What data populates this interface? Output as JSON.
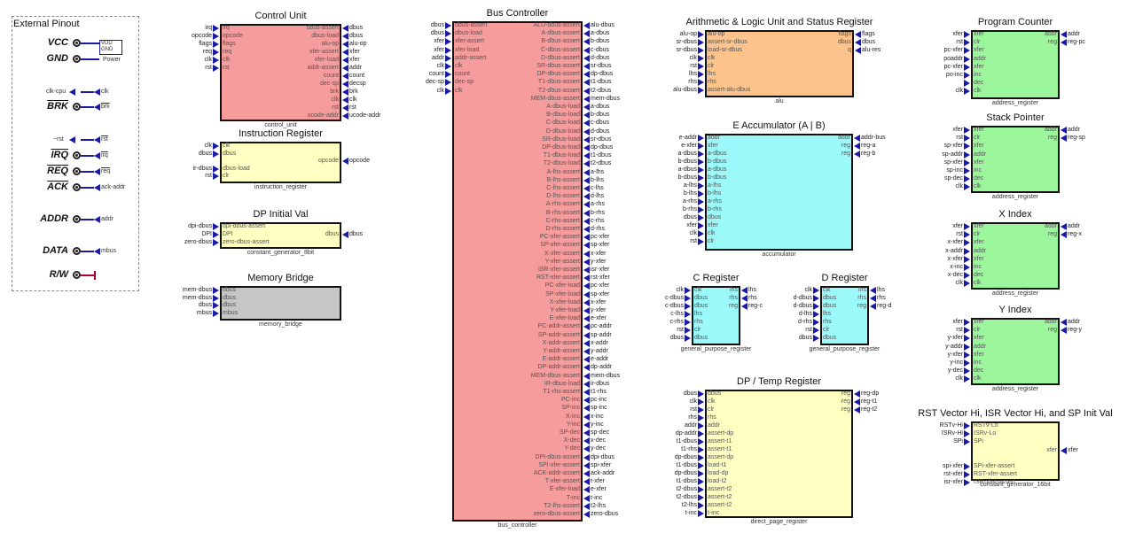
{
  "external_pinout": {
    "title": "External Pinout",
    "power": {
      "vdd": "VDD",
      "gnd": "GND",
      "label": "Power"
    },
    "pins": [
      {
        "name": "VCC",
        "overline": false,
        "signal": ""
      },
      {
        "name": "GND",
        "overline": false,
        "signal": ""
      },
      {
        "name": "",
        "overline": false,
        "signal": "clk-cpu",
        "out": "clk"
      },
      {
        "name": "BRK",
        "overline": true,
        "signal": "",
        "out": "brk"
      },
      {
        "name": "",
        "overline": false,
        "signal": "~rst",
        "out": "rst"
      },
      {
        "name": "IRQ",
        "overline": true,
        "signal": "",
        "out": "irq"
      },
      {
        "name": "REQ",
        "overline": true,
        "signal": "",
        "out": "req"
      },
      {
        "name": "ACK",
        "overline": true,
        "signal": "",
        "out": "ack-addr"
      },
      {
        "name": "ADDR",
        "overline": false,
        "signal": "",
        "out": "addr"
      },
      {
        "name": "DATA",
        "overline": false,
        "signal": "",
        "out": "mbus"
      },
      {
        "name": "R/W",
        "overline": false,
        "signal": "",
        "out": ""
      }
    ]
  },
  "blocks": [
    {
      "id": "control_unit",
      "title": "Control Unit",
      "sub": "control_unit",
      "color": "#f79c9c",
      "ins": [
        "irq",
        "opcode",
        "flags",
        "req",
        "clk",
        "rst"
      ],
      "ins_inner": [
        "irq",
        "opcode",
        "flags",
        "req",
        "clk",
        "rst"
      ],
      "outs": [
        "dbus",
        "dbus",
        "alu-op",
        "xfer",
        "xfer",
        "addr",
        "count",
        "decsp",
        "brk",
        "clk",
        "rst",
        "ucode-addr"
      ],
      "outs_inner": [
        "dbus-assert",
        "dbus-load",
        "alu-op",
        "xfer-assert",
        "xfer-load",
        "addr-assert",
        "count",
        "dec-sp",
        "brk",
        "clk",
        "rst",
        "ucode-addr"
      ]
    },
    {
      "id": "instruction_register",
      "title": "Instruction Register",
      "sub": "instruction_register",
      "color": "#ffffc2",
      "ins": [
        "clk",
        "dbus",
        "",
        "ir-dbus",
        "rst"
      ],
      "ins_inner": [
        "clk",
        "dbus",
        "",
        "dbus-load",
        "clr"
      ],
      "outs": [
        "",
        "",
        "opcode"
      ],
      "outs_inner": [
        "",
        "",
        "opcode"
      ]
    },
    {
      "id": "constant_generator_8bit",
      "title": "DP Initial Val",
      "sub": "constant_generator_8bit",
      "color": "#ffffc2",
      "ins": [
        "dpi-dbus",
        "DPI",
        "zero-dbus"
      ],
      "ins_inner": [
        "dpi-dbus-assert",
        "DPI",
        "zero-dbus-assert"
      ],
      "outs": [
        "",
        "dbus"
      ],
      "outs_inner": [
        "",
        "dbus"
      ]
    },
    {
      "id": "memory_bridge",
      "title": "Memory Bridge",
      "sub": "memory_bridge",
      "color": "#c6c6c6",
      "ins": [
        "mem-dbus",
        "mem-dbus",
        "dbus",
        "mbus"
      ],
      "ins_inner": [
        "dbus",
        "dbus",
        "dbus",
        "mbus"
      ],
      "outs": [],
      "outs_inner": []
    },
    {
      "id": "bus_controller",
      "title": "Bus Controller",
      "sub": "bus_controller",
      "color": "#f79c9c",
      "ins": [
        "dbus",
        "dbus",
        "xfer",
        "xfer",
        "addr",
        "clk",
        "count",
        "dec-sp",
        "clk"
      ],
      "ins_inner": [
        "dbus-assert",
        "dbus-load",
        "xfer-assert",
        "xfer-load",
        "addr-assert",
        "clk",
        "count",
        "dec-sp",
        "clk"
      ],
      "outs": [
        "alu-dbus",
        "a-dbus",
        "b-dbus",
        "c-dbus",
        "d-dbus",
        "sr-dbus",
        "dp-dbus",
        "t1-dbus",
        "t2-dbus",
        "mem-dbus",
        "a-dbus",
        "b-dbus",
        "c-dbus",
        "d-dbus",
        "sr-dbus",
        "dp-dbus",
        "t1-dbus",
        "t2-dbus",
        "a-lhs",
        "b-lhs",
        "c-lhs",
        "d-lhs",
        "a-rhs",
        "b-rhs",
        "c-rhs",
        "d-rhs",
        "pc-xfer",
        "sp-xfer",
        "x-xfer",
        "y-xfer",
        "isr-xfer",
        "rst-xfer",
        "pc-xfer",
        "sp-xfer",
        "x-xfer",
        "y-xfer",
        "e-xfer",
        "pc-addr",
        "sp-addr",
        "x-addr",
        "y-addr",
        "e-addr",
        "dp-addr",
        "mem-dbus",
        "ir-dbus",
        "t1-rhs",
        "pc-inc",
        "sp-inc",
        "x-inc",
        "y-inc",
        "sp-dec",
        "x-dec",
        "y-dec",
        "dpi-dbus",
        "spi-xfer",
        "ack-addr",
        "t-xfer",
        "e-xfer",
        "t-inc",
        "t2-lhs",
        "zero-dbus"
      ],
      "outs_inner": [
        "ALU-dbus-assert",
        "A-dbus-assert",
        "B-dbus-assert",
        "C-dbus-assert",
        "D-dbus-assert",
        "SR-dbus-assert",
        "DP-dbus-assert",
        "T1-dbus-assert",
        "T2-dbus-assert",
        "MEM-dbus-assert",
        "A-dbus-load",
        "B-dbus-load",
        "C-dbus-load",
        "D-dbus-load",
        "SR-dbus-load",
        "DP-dbus-load",
        "T1-dbus-load",
        "T2-dbus-load",
        "A-lhs-assert",
        "B-lhs-assert",
        "C-lhs-assert",
        "D-lhs-assert",
        "A-rhs-assert",
        "B-rhs-assert",
        "C-rhs-assert",
        "D-rhs-assert",
        "PC-xfer-assert",
        "SP-xfer-assert",
        "X-xfer-assert",
        "Y-xfer-assert",
        "ISR-xfer-assert",
        "RST-xfer-assert",
        "PC-xfer-load",
        "SP-xfer-load",
        "X-xfer-load",
        "Y-xfer-load",
        "E-xfer-load",
        "PC-addr-assert",
        "SP-addr-assert",
        "X-addr-assert",
        "Y-addr-assert",
        "E-addr-assert",
        "DP-addr-assert",
        "MEM-dbus-assert",
        "IR-dbus-load",
        "T1-rhs-assert",
        "PC-inc",
        "SP-inc",
        "X-inc",
        "Y-inc",
        "SP-dec",
        "X-dec",
        "Y-dec",
        "DPI-dbus-assert",
        "SPI-xfer-assert",
        "ACK-addr-assert",
        "T-xfer-assert",
        "E-xfer-load",
        "T-inc",
        "T2-lhs-assert",
        "zero-dbus-assert"
      ]
    },
    {
      "id": "alu",
      "title": "Arithmetic & Logic Unit and Status Register",
      "sub": "alu",
      "color": "#fcc48c",
      "ins": [
        "alu-op",
        "sr-dbus",
        "sr-dbus",
        "clk",
        "rst",
        "lhs",
        "rhs",
        "alu-dbus"
      ],
      "ins_inner": [
        "alu-op",
        "assert-sr-dbus",
        "load-sr-dbus",
        "clk",
        "clr",
        "lhs",
        "rhs",
        "assert-alu-dbus"
      ],
      "outs": [
        "flags",
        "dbus",
        "alu-res"
      ],
      "outs_inner": [
        "flags",
        "dbus",
        "q"
      ]
    },
    {
      "id": "accumulator",
      "title": "E Accumulator (A | B)",
      "sub": "accumulator",
      "color": "#9cf9f9",
      "ins": [
        "e-addr",
        "e-xfer",
        "a-dbus",
        "b-dbus",
        "a-dbus",
        "b-dbus",
        "a-lhs",
        "b-lhs",
        "a-rhs",
        "b-rhs",
        "dbus",
        "xfer",
        "clk",
        "rst"
      ],
      "ins_inner": [
        "addr",
        "xfer",
        "a-dbus",
        "b-dbus",
        "a-dbus",
        "b-dbus",
        "a-lhs",
        "b-lhs",
        "a-rhs",
        "b-rhs",
        "dbus",
        "xfer",
        "clk",
        "clr"
      ],
      "outs": [
        "addr-bus",
        "reg-a",
        "reg-b"
      ],
      "outs_inner": [
        "addr",
        "reg",
        "reg"
      ]
    },
    {
      "id": "c_register",
      "title": "C Register",
      "sub": "general_purpose_register",
      "color": "#9cf9f9",
      "ins": [
        "clk",
        "c-dbus",
        "c-dbus",
        "c-lhs",
        "c-rhs",
        "rst",
        "dbus"
      ],
      "ins_inner": [
        "clk",
        "dbus",
        "dbus",
        "lhs",
        "rhs",
        "clr",
        "dbus"
      ],
      "outs": [
        "lhs",
        "rhs",
        "reg-c"
      ],
      "outs_inner": [
        "lhs",
        "rhs",
        "reg"
      ]
    },
    {
      "id": "d_register",
      "title": "D Register",
      "sub": "general_purpose_register",
      "color": "#9cf9f9",
      "ins": [
        "clk",
        "d-dbus",
        "d-dbus",
        "d-lhs",
        "d-rhs",
        "rst",
        "dbus"
      ],
      "ins_inner": [
        "clk",
        "dbus",
        "dbus",
        "lhs",
        "rhs",
        "clr",
        "dbus"
      ],
      "outs": [
        "lhs",
        "rhs",
        "reg-d"
      ],
      "outs_inner": [
        "lhs",
        "rhs",
        "reg"
      ]
    },
    {
      "id": "direct_page_register",
      "title": "DP / Temp Register",
      "sub": "direct_page_register",
      "color": "#ffffc2",
      "ins": [
        "dbus",
        "clk",
        "rst",
        "rhs",
        "addr",
        "dp-addr",
        "t1-dbus",
        "t1-rhs",
        "dp-dbus",
        "t1-dbus",
        "dp-dbus",
        "t1-dbus",
        "t2-dbus",
        "t2-dbus",
        "t2-lhs",
        "t-inc"
      ],
      "ins_inner": [
        "dbus",
        "clk",
        "clr",
        "rhs",
        "addr",
        "assert-dp",
        "assert-t1",
        "assert-t1",
        "assert-dp",
        "load-t1",
        "load-dp",
        "load-t2",
        "assert-t2",
        "assert-t2",
        "assert-t2",
        "t-inc"
      ],
      "outs": [
        "reg-dp",
        "reg-t1",
        "reg-t2"
      ],
      "outs_inner": [
        "reg",
        "reg",
        "reg"
      ]
    },
    {
      "id": "program_counter",
      "title": "Program Counter",
      "sub": "address_register",
      "color": "#9cf79c",
      "ins": [
        "xfer",
        "rst",
        "pc-xfer",
        "poaddr",
        "pc-xfer",
        "po-inc",
        "",
        "clk"
      ],
      "ins_inner": [
        "xfer",
        "clr",
        "xfer",
        "addr",
        "xfer",
        "inc",
        "dec",
        "clk"
      ],
      "outs": [
        "addr",
        "reg-pc"
      ],
      "outs_inner": [
        "addr",
        "reg"
      ]
    },
    {
      "id": "stack_pointer",
      "title": "Stack Pointer",
      "sub": "address_register",
      "color": "#9cf79c",
      "ins": [
        "xfer",
        "rst",
        "sp-xfer",
        "sp-addr",
        "sp-xfer",
        "sp-inc",
        "sp-dec",
        "clk"
      ],
      "ins_inner": [
        "xfer",
        "clr",
        "xfer",
        "addr",
        "xfer",
        "inc",
        "dec",
        "clk"
      ],
      "outs": [
        "addr",
        "reg-sp"
      ],
      "outs_inner": [
        "addr",
        "reg"
      ]
    },
    {
      "id": "x_index",
      "title": "X Index",
      "sub": "address_register",
      "color": "#9cf79c",
      "ins": [
        "xfer",
        "rst",
        "x-xfer",
        "x-addr",
        "x-xfer",
        "x-inc",
        "x-dec",
        "clk"
      ],
      "ins_inner": [
        "xfer",
        "clr",
        "xfer",
        "addr",
        "xfer",
        "inc",
        "dec",
        "clk"
      ],
      "outs": [
        "addr",
        "reg-x"
      ],
      "outs_inner": [
        "addr",
        "reg"
      ]
    },
    {
      "id": "y_index",
      "title": "Y Index",
      "sub": "address_register",
      "color": "#9cf79c",
      "ins": [
        "xfer",
        "rst",
        "y-xfer",
        "y-addr",
        "y-xfer",
        "y-inc",
        "y-dec",
        "clk"
      ],
      "ins_inner": [
        "xfer",
        "clr",
        "xfer",
        "addr",
        "xfer",
        "inc",
        "dec",
        "clk"
      ],
      "outs": [
        "addr",
        "reg-y"
      ],
      "outs_inner": [
        "addr",
        "reg"
      ]
    },
    {
      "id": "constant_generator_16bit",
      "title": "RST Vector Hi, ISR Vector Hi, and SP Init Val",
      "sub": "constant_generator_16bit",
      "color": "#ffffc2",
      "ins": [
        "RSTv-Hi",
        "ISRv-Hi",
        "SPi",
        "",
        "",
        "spi-xfer",
        "rst-xfer",
        "isr-xfer"
      ],
      "ins_inner": [
        "RSTv-Lo",
        "ISRv-Lo",
        "SPi",
        "",
        "",
        "SPi-xfer-assert",
        "RST-xfer-assert",
        "ISR-xfer-assert"
      ],
      "outs": [
        "",
        "",
        "",
        "xfer"
      ],
      "outs_inner": [
        "",
        "",
        "",
        "xfer"
      ]
    }
  ]
}
